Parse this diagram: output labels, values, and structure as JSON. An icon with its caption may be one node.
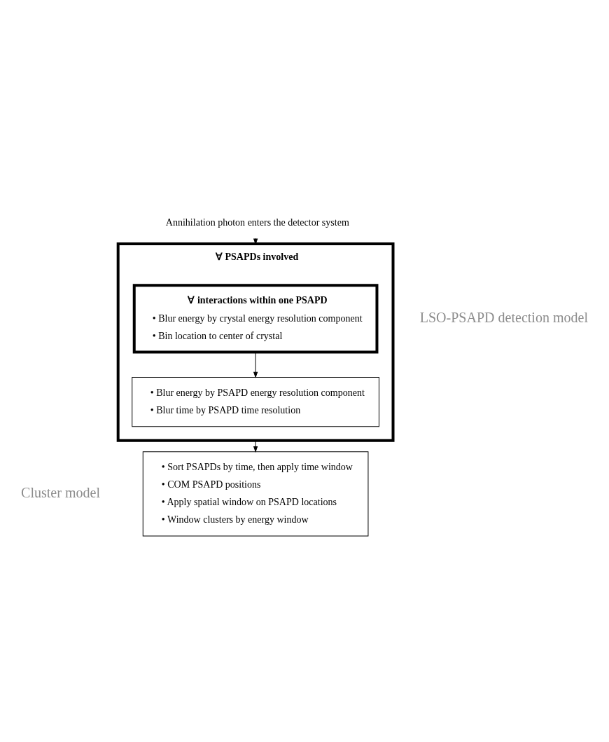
{
  "diagram": {
    "nodes": [
      {
        "text": [
          "Annihilation photon enters the detector system"
        ]
      },
      {
        "text": [
          "∀ PSAPDs involved"
        ]
      },
      {
        "text": [
          "∀ interactions within one PSAPD",
          "• Blur energy by crystal energy resolution component",
          "• Bin location to center of crystal"
        ],
        "in": 1
      },
      {
        "text": [
          "• Blur energy by PSAPD energy resolution component",
          "• Blur time by PSAPD time resolution"
        ],
        "in": 1
      },
      {
        "text": [
          "• Sort PSAPDs by time, then apply time window",
          "• COM PSAPD positions",
          "• Apply spatial window on PSAPD locations",
          "• Window clusters by energy window"
        ]
      }
    ],
    "edges": [
      {
        "from": 0,
        "to": 1,
        "arrow": "to"
      },
      {
        "from": 2,
        "to": 3,
        "arrow": "to"
      },
      {
        "from": 1,
        "to": 4,
        "arrow": "to"
      }
    ],
    "labels": [
      "LSO-PSAPD detection model",
      "Cluster model"
    ]
  }
}
